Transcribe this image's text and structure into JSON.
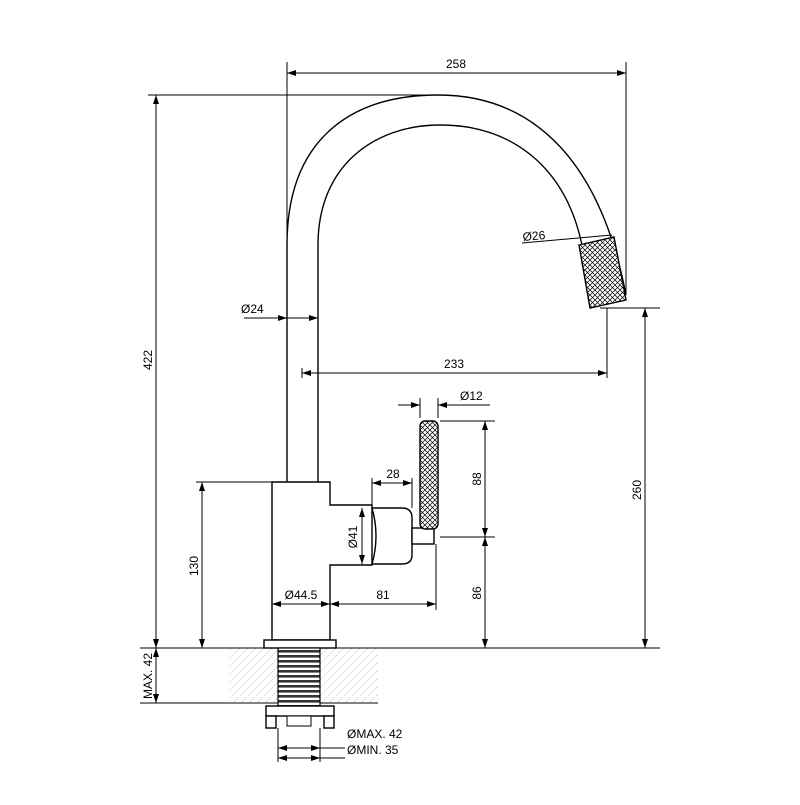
{
  "dimensions": {
    "overall_width": "258",
    "overall_height": "422",
    "spout_diameter": "Ø24",
    "aerator_diameter": "Ø26",
    "spout_reach": "233",
    "spout_height": "260",
    "handle_diameter": "Ø12",
    "handle_length": "88",
    "handle_offset": "28",
    "cartridge_diameter": "Ø41",
    "body_height": "130",
    "body_diameter": "Ø44.5",
    "body_to_handle": "81",
    "handle_axis_height": "86",
    "deck_thickness": "MAX. 42",
    "hole_max": "ØMAX. 42",
    "hole_min": "ØMIN. 35"
  },
  "colors": {
    "line": "#000000",
    "background": "#ffffff"
  }
}
